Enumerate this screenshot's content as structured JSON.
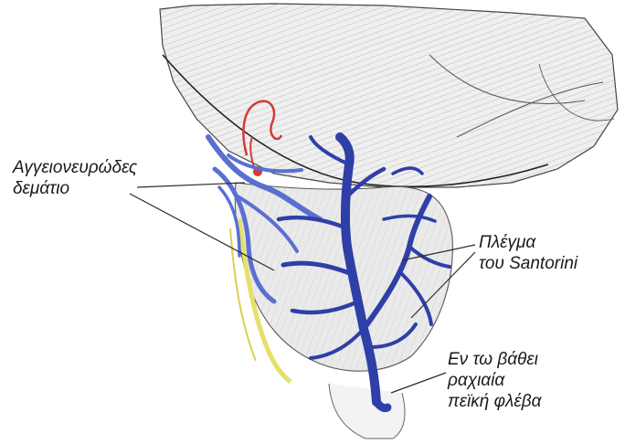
{
  "labels": {
    "neurovascular_bundle": [
      "Αγγειονευρώδες",
      "δεμάτιο"
    ],
    "santorini_plexus": [
      "Πλέγμα",
      "του Santorini"
    ],
    "deep_dorsal_vein": [
      "Εν τω βάθει",
      "ραχιαία",
      "πεϊκή φλέβα"
    ]
  },
  "colors": {
    "vein": "#2f3fa8",
    "vein_light": "#5a6fd0",
    "artery": "#d23a3a",
    "nerve": "#e4e06a",
    "tissue": "#eeeeee",
    "line": "#2b2b2b"
  }
}
